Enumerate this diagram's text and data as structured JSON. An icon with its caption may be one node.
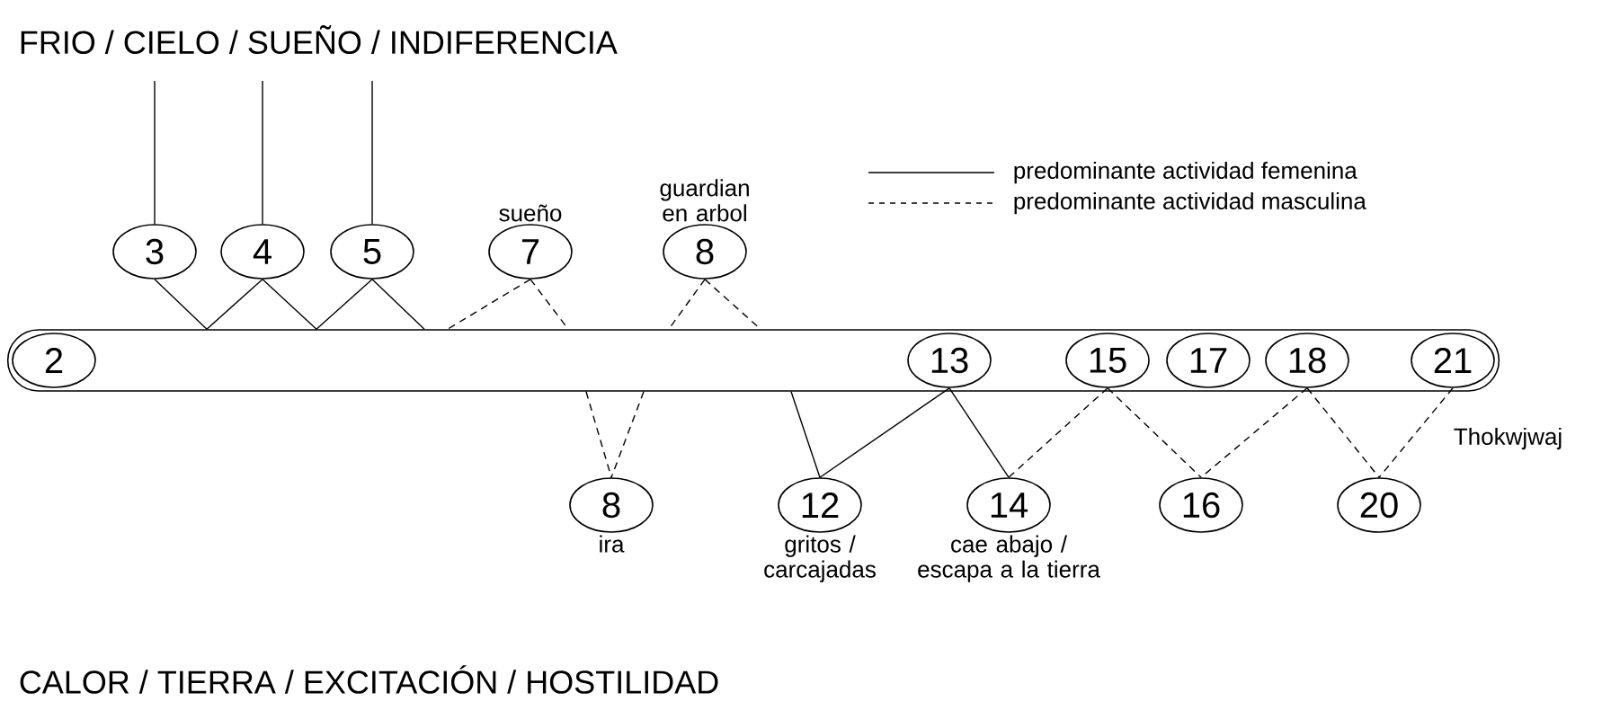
{
  "diagram": {
    "title": "FRIO / CIELO / SUEÑO / INDIFERENCIA",
    "caption": "CALOR / TIERRA / EXCITACIÓN / HOSTILIDAD",
    "nodes": [
      {
        "text": [
          "3"
        ]
      },
      {
        "text": [
          "4"
        ]
      },
      {
        "text": [
          "5"
        ]
      },
      {
        "text": [
          "7"
        ],
        "beside": [
          "sueño"
        ]
      },
      {
        "text": [
          "8"
        ],
        "beside": [
          "guardian en arbol"
        ]
      },
      {
        "text": [],
        "shape": "band"
      },
      {
        "text": [
          "2"
        ],
        "in": 5
      },
      {
        "text": [
          "13"
        ],
        "in": 5
      },
      {
        "text": [
          "15"
        ],
        "in": 5
      },
      {
        "text": [
          "17"
        ],
        "in": 5
      },
      {
        "text": [
          "18"
        ],
        "in": 5
      },
      {
        "text": [
          "21"
        ],
        "in": 5
      },
      {
        "text": [
          "8"
        ],
        "beside": [
          "ira"
        ]
      },
      {
        "text": [
          "12"
        ],
        "beside": [
          "gritos / carcajadas"
        ]
      },
      {
        "text": [
          "14"
        ],
        "beside": [
          "cae abajo / escapa a la tierra"
        ]
      },
      {
        "text": [
          "16"
        ]
      },
      {
        "text": [
          "20"
        ]
      }
    ],
    "edges": [
      {
        "from": 0,
        "to": null,
        "arrow": "none"
      },
      {
        "from": 1,
        "to": null,
        "arrow": "none"
      },
      {
        "from": 2,
        "to": null,
        "arrow": "none"
      },
      {
        "from": 0,
        "to": 5,
        "arrow": "none"
      },
      {
        "from": 1,
        "to": 5,
        "arrow": "none"
      },
      {
        "from": 1,
        "to": 5,
        "arrow": "none"
      },
      {
        "from": 2,
        "to": 5,
        "arrow": "none"
      },
      {
        "from": 2,
        "to": 5,
        "arrow": "none"
      },
      {
        "from": 3,
        "to": 5,
        "arrow": "none",
        "style": "dashed"
      },
      {
        "from": 3,
        "to": 5,
        "arrow": "none",
        "style": "dashed"
      },
      {
        "from": 4,
        "to": 5,
        "arrow": "none",
        "style": "dashed"
      },
      {
        "from": 4,
        "to": 5,
        "arrow": "none",
        "style": "dashed"
      },
      {
        "from": 5,
        "to": 12,
        "arrow": "none",
        "style": "dashed"
      },
      {
        "from": 5,
        "to": 12,
        "arrow": "none",
        "style": "dashed"
      },
      {
        "from": 5,
        "to": 13,
        "arrow": "none"
      },
      {
        "from": 7,
        "to": 13,
        "arrow": "none"
      },
      {
        "from": 7,
        "to": 14,
        "arrow": "none"
      },
      {
        "from": 8,
        "to": 14,
        "arrow": "none",
        "style": "dashed"
      },
      {
        "from": 8,
        "to": 15,
        "arrow": "none",
        "style": "dashed"
      },
      {
        "from": 10,
        "to": 15,
        "arrow": "none",
        "style": "dashed"
      },
      {
        "from": 10,
        "to": 16,
        "arrow": "none",
        "style": "dashed"
      },
      {
        "from": 11,
        "to": 16,
        "arrow": "none",
        "style": "dashed"
      }
    ],
    "labels": [
      "Thokwjwaj"
    ],
    "legend": [
      {
        "text": "predominante actividad femenina"
      },
      {
        "text": "predominante actividad masculina"
      }
    ]
  }
}
